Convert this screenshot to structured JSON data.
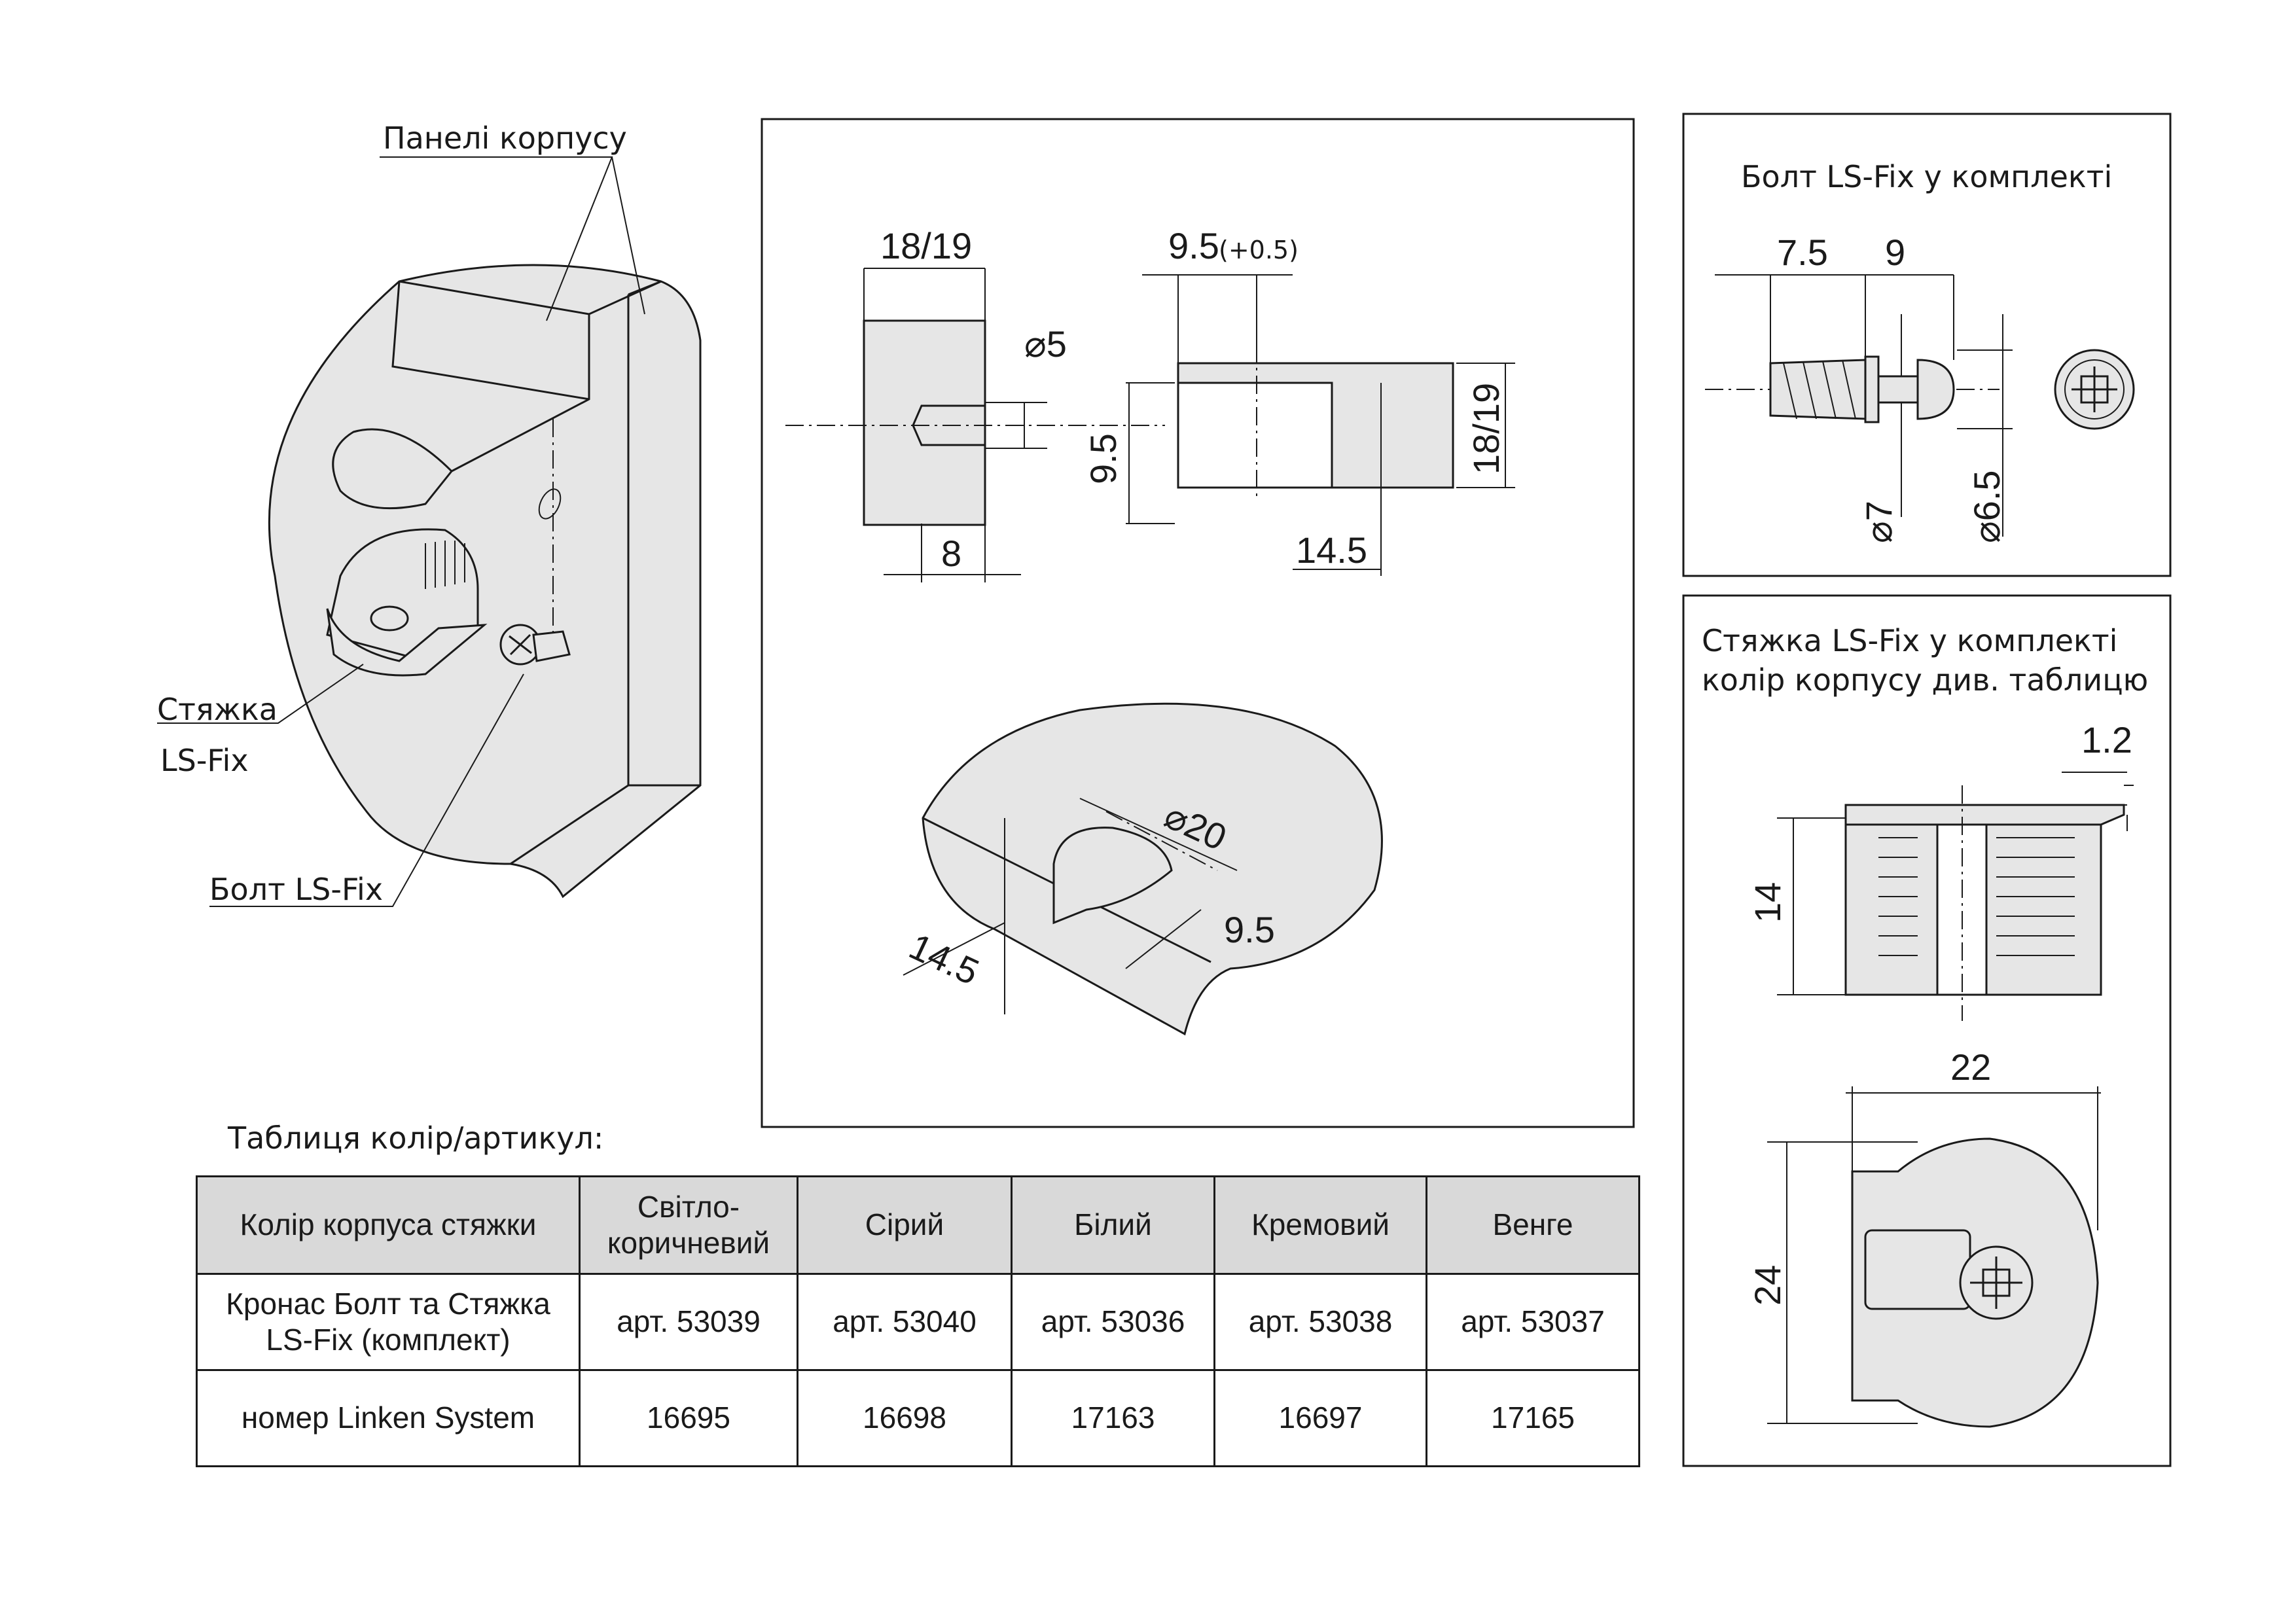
{
  "labels": {
    "panels": "Панелі корпусу",
    "stiazhka": "Стяжка",
    "ls_fix": "LS-Fix",
    "bolt": "Болт LS-Fix",
    "bolt_set": "Болт  LS-Fix у комплекті",
    "cam_set": "Стяжка  LS-Fix у комплекті",
    "cam_color_note": "колір корпусу див. таблицю",
    "table_caption": "Таблиця колір/артикул:"
  },
  "dimensions": {
    "panel_thickness": "18/19",
    "hole_offset": "9.5",
    "hole_tolerance": "(+0.5)",
    "diameter_5": "⌀5",
    "depth_8": "8",
    "height_9_5": "9.5",
    "side_18_19": "18/19",
    "depth_14_5": "14.5",
    "diameter_20": "⌀20",
    "iso_9_5": "9.5",
    "iso_14_5": "14.5",
    "bolt_7_5": "7.5",
    "bolt_9": "9",
    "bolt_d7": "⌀7",
    "bolt_d6_5": "⌀6.5",
    "cam_1_2": "1.2",
    "cam_14": "14",
    "cam_22": "22",
    "cam_24": "24"
  },
  "table": {
    "headers": [
      "Колір корпуса стяжки",
      "Світло-коричневий",
      "Сірий",
      "Білий",
      "Кремовий",
      "Венге"
    ],
    "header_line1": "Світло-",
    "header_line2": "коричневий",
    "rows": [
      {
        "label_line1": "Кронас Болт та Стяжка",
        "label_line2": "LS-Fix (комплект)",
        "cells": [
          "арт. 53039",
          "арт. 53040",
          "арт. 53036",
          "арт. 53038",
          "арт. 53037"
        ]
      },
      {
        "label_line1": "номер Linken System",
        "cells": [
          "16695",
          "16698",
          "17163",
          "16697",
          "17165"
        ]
      }
    ]
  }
}
